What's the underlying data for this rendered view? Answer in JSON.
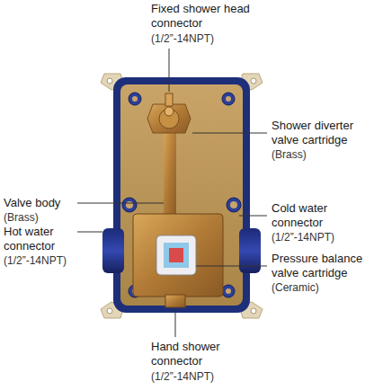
{
  "diagram": {
    "labels": [
      "Fixed shower head connector",
      "(1/2”-14NPT)",
      "Shower diverter valve cartridge",
      "(Brass)",
      "Valve body",
      "(Brass)",
      "Cold water connector",
      "(1/2”-14NPT)",
      "Hot water connector",
      "(1/2”-14NPT)",
      "Pressure balance valve cartridge",
      "(Ceramic)",
      "Hand shower connector",
      "(1/2”-14NPT)"
    ]
  }
}
